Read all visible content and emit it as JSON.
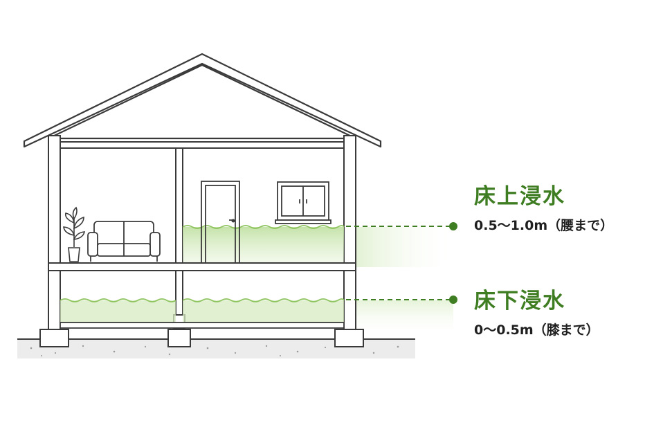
{
  "colors": {
    "line": "#3a3a3a",
    "accent_green": "#3f7d22",
    "water_fill": "#cfe7b4",
    "water_line": "#8dc35d",
    "ground": "#ececec"
  },
  "levels": [
    {
      "title": "床上浸水",
      "depth": "0.5〜1.0m（腰まで）"
    },
    {
      "title": "床下浸水",
      "depth": "0〜0.5m（膝まで）"
    }
  ],
  "icons": [
    "house-cross-section",
    "sofa-icon",
    "plant-icon",
    "door-icon",
    "window-icon"
  ]
}
